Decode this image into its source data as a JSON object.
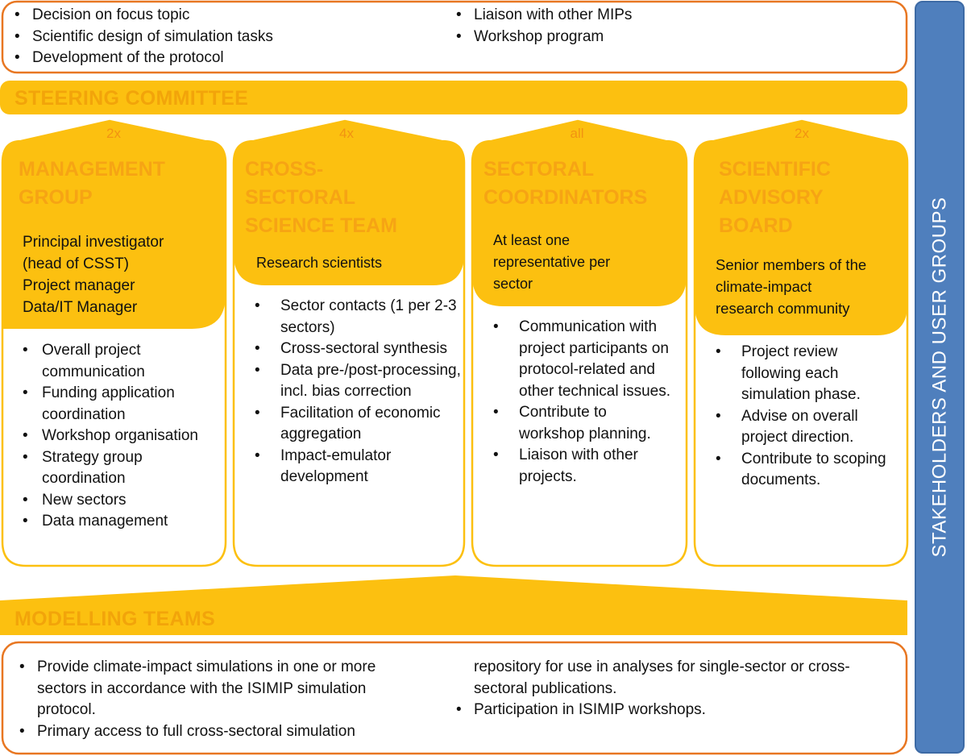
{
  "top_box": {
    "col1": [
      "Decision on focus topic",
      "Scientific design of simulation tasks",
      "Development of the protocol"
    ],
    "col2": [
      "Liaison with other MIPs",
      "Workshop program"
    ]
  },
  "steering_committee": "STEERING COMMITTEE",
  "groups": [
    {
      "multiplier": "2x",
      "title_lines": [
        "MANAGEMENT",
        "GROUP"
      ],
      "description": [
        "Principal investigator",
        "(head of CSST)",
        "Project manager",
        "Data/IT Manager"
      ],
      "tasks": [
        "Overall project communication",
        "Funding application coordination",
        "Workshop organisation",
        "Strategy group coordination",
        "New sectors",
        "Data management"
      ]
    },
    {
      "multiplier": "4x",
      "title_lines": [
        "CROSS-",
        "SECTORAL",
        "SCIENCE TEAM"
      ],
      "description": [
        "Research scientists"
      ],
      "tasks": [
        "Sector contacts (1 per 2-3 sectors)",
        "Cross-sectoral synthesis",
        "Data pre-/post-processing, incl. bias correction",
        "Facilitation of economic aggregation",
        "Impact-emulator development"
      ]
    },
    {
      "multiplier": "all",
      "title_lines": [
        "SECTORAL",
        "COORDINATORS"
      ],
      "description": [
        "At least one",
        "representative per",
        "sector"
      ],
      "tasks": [
        "Communication with project participants on protocol-related and other technical issues.",
        "Contribute to workshop planning.",
        "Liaison with other projects."
      ]
    },
    {
      "multiplier": "2x",
      "title_lines": [
        "SCIENTIFIC",
        "ADVISORY",
        "BOARD"
      ],
      "description": [
        "Senior members of the",
        "climate-impact",
        "research community"
      ],
      "tasks": [
        "Project review following each simulation phase.",
        "Advise on overall project direction.",
        "Contribute to scoping documents."
      ]
    }
  ],
  "modelling_teams": "MODELLING TEAMS",
  "bottom_box": {
    "col1": [
      "Provide climate-impact simulations in one or more sectors in accordance with the ISIMIP simulation protocol.",
      "Primary access to full cross-sectoral simulation"
    ],
    "col2_continuation": "repository for use in analyses for single-sector or cross-sectoral publications.",
    "col2": [
      "Participation in ISIMIP workshops."
    ]
  },
  "side_label": "STAKEHOLDERS AND USER GROUPS",
  "colors": {
    "accent_orange": "#e87722",
    "band_fill": "#fcc010",
    "header_fill": "#fcc010",
    "title_text": "#f6a414",
    "side_bar": "#4f7fbd"
  }
}
